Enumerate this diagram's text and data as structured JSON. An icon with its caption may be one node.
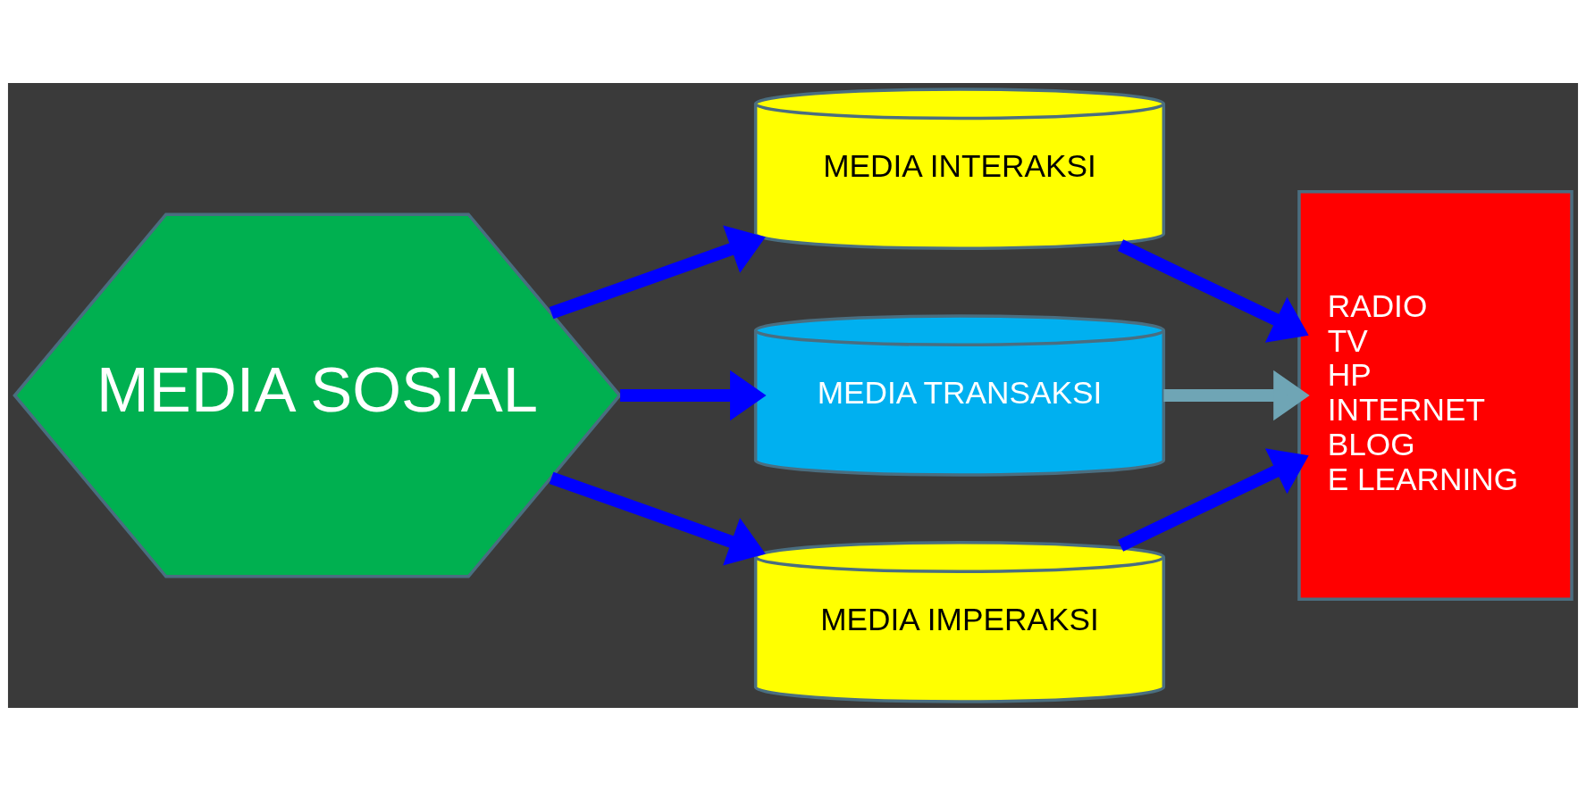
{
  "diagram": {
    "nodes": [
      {
        "text": [
          "MEDIA SOSIAL"
        ]
      },
      {
        "text": [
          "MEDIA INTERAKSI"
        ]
      },
      {
        "text": [
          "MEDIA TRANSAKSI"
        ]
      },
      {
        "text": [
          "MEDIA IMPERAKSI"
        ]
      },
      {
        "text": [
          "RADIO",
          "TV",
          "HP",
          "INTERNET",
          "BLOG",
          "E LEARNING"
        ]
      }
    ],
    "edges": [
      {
        "from": 0,
        "to": 1,
        "arrow": "to"
      },
      {
        "from": 0,
        "to": 2,
        "arrow": "to"
      },
      {
        "from": 0,
        "to": 3,
        "arrow": "to"
      },
      {
        "from": 1,
        "to": 4,
        "arrow": "to"
      },
      {
        "from": 2,
        "to": 4,
        "arrow": "to",
        "color": "#6fa5b5"
      },
      {
        "from": 3,
        "to": 4,
        "arrow": "to"
      }
    ]
  }
}
